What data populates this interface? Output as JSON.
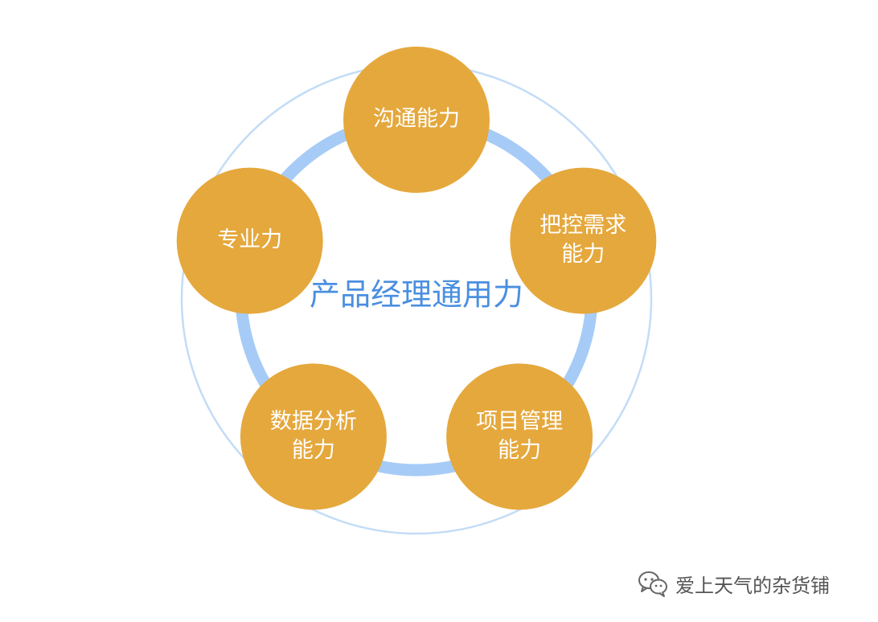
{
  "diagram": {
    "center_title": "产品经理通用力",
    "nodes": [
      {
        "lines": [
          "沟通能力"
        ]
      },
      {
        "lines": [
          "把控需求",
          "能力"
        ]
      },
      {
        "lines": [
          "项目管理",
          "能力"
        ]
      },
      {
        "lines": [
          "数据分析",
          "能力"
        ]
      },
      {
        "lines": [
          "专业力"
        ]
      }
    ]
  },
  "colors": {
    "node_fill": "#e5a83d",
    "node_text": "#ffffff",
    "connector": "#a6cbf6",
    "outer_ring": "#c3dcf6",
    "center_title": "#4a8fe0"
  },
  "watermark": {
    "icon": "wechat-icon",
    "text": "爱上天气的杂货铺"
  }
}
